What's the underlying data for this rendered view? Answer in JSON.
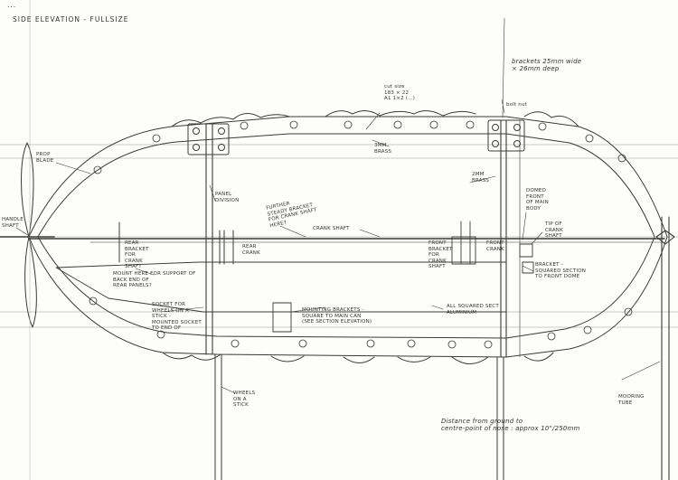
{
  "header": {
    "line1": "...",
    "line2": "SIDE ELEVATION - FULLSIZE"
  },
  "labels": {
    "cut_size": "cut size\n183 × 22\nA1 1×2 (…)",
    "brackets": "brackets 25mm wide\n× 26mm deep",
    "prop_blade": "PROP\nBLADE",
    "handle_shaft": "HANDLE\nSHAFT",
    "panel_division": "PANEL\nDIVISION",
    "further_bracket": "FURTHER\nSTEADY BRACKET\nFOR CRANK SHAFT\nHERE?",
    "crank_shaft": "CRANK SHAFT",
    "rear_crank": "REAR\nCRANK",
    "rear_bracket": "REAR\nBRACKET\nFOR\nCRANK\nSHAFT",
    "front_bracket": "FRONT\nBRACKET\nFOR\nCRANK\nSHAFT",
    "front_crank": "FRONT\nCRANK",
    "brass_3mm": "3mm\nBRASS",
    "brass_2mm": "2mm\nBRASS",
    "domed_front": "DOMED\nFRONT\nOF MAIN\nBODY",
    "tip_of_crank": "TIP OF\nCRANK\nSHAFT",
    "bracket_squared": "BRACKET -\nSQUARED SECTION\nTO FRONT DOME",
    "mount_here": "MOUNT HERE FOR SUPPORT OF\nBACK END OF\nREAR PANELS?",
    "socket_wheels": "SOCKET FOR\nWHEELS ON A\nSTICK -\nMOUNTED SOCKET\nTO END OF",
    "mounting_brackets": "MOUNTING BRACKETS -\nSQUARE TO MAIN CAN\n(SEE SECTION ELEVATION)",
    "square_sect": "ALL SQUARED SECT\nALUMINIUM",
    "wheels_on_stick": "WHEELS\nON A\nSTICK",
    "mooring_tube": "MOORING\nTUBE",
    "distance_note": "Distance from ground to\ncentre-point of nose : approx 10\"/250mm",
    "bolt": "bolt nut"
  },
  "colors": {
    "ink": "#3a3a3a",
    "paper": "#fdfdfc",
    "shade": "#8c8c8c"
  }
}
